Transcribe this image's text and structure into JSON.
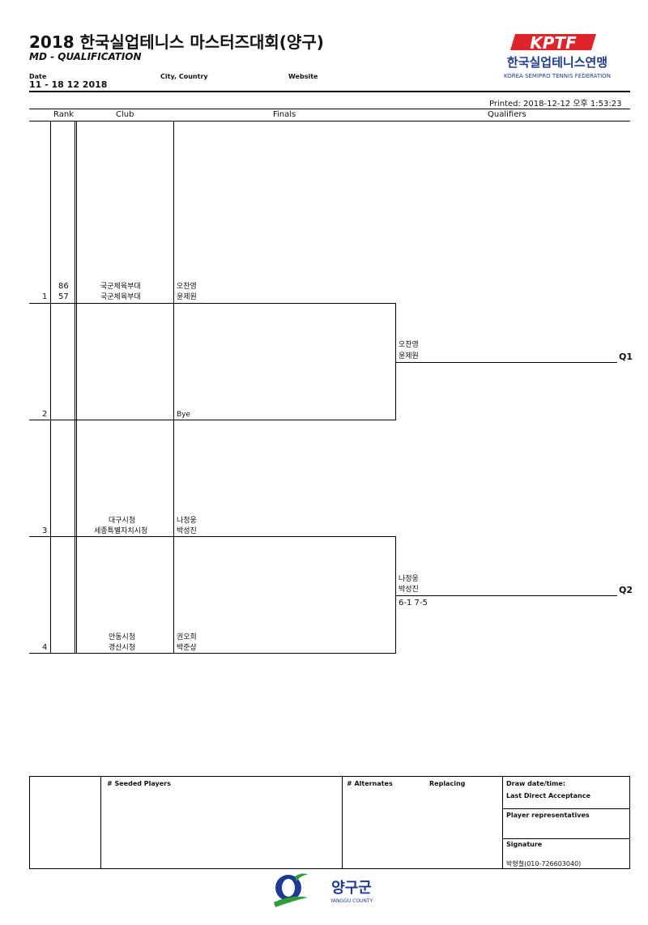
{
  "header": {
    "title": "2018 한국실업테니스 마스터즈대회(양구)",
    "subtitle": "MD - QUALIFICATION",
    "date_label": "Date",
    "date_value": "11 - 18 12 2018",
    "city_label": "City, Country",
    "website_label": "Website",
    "printed": "Printed: 2018-12-12 오후 1:53:23"
  },
  "logo": {
    "letters": "KPTF",
    "korean": "한국실업테니스연맹",
    "english": "KOREA SEMIPRO TENNIS FEDERATION",
    "color_red": "#e0242b",
    "color_blue": "#1f3a93"
  },
  "columns": {
    "rank": "Rank",
    "club": "Club",
    "finals": "Finals",
    "qualifiers": "Qualifiers"
  },
  "draw": [
    {
      "pos": "1",
      "ranks": [
        "86",
        "57"
      ],
      "clubs": [
        "국군체육부대",
        "국군체육부대"
      ],
      "players": [
        "오찬영",
        "윤제원"
      ]
    },
    {
      "pos": "2",
      "ranks": [
        "",
        ""
      ],
      "clubs": [
        "",
        ""
      ],
      "players": [
        "",
        "Bye"
      ]
    },
    {
      "pos": "3",
      "ranks": [
        "",
        ""
      ],
      "clubs": [
        "대구시청",
        "세종특별자치시청"
      ],
      "players": [
        "나정웅",
        "박성진"
      ]
    },
    {
      "pos": "4",
      "ranks": [
        "",
        ""
      ],
      "clubs": [
        "안동시청",
        "경산시청"
      ],
      "players": [
        "권오희",
        "박준상"
      ]
    }
  ],
  "finals": [
    {
      "players": [
        "오찬영",
        "윤제원"
      ],
      "score": "",
      "q": "Q1"
    },
    {
      "players": [
        "나정웅",
        "박성진"
      ],
      "score": "6-1 7-5",
      "q": "Q2"
    }
  ],
  "footer": {
    "seeded": "#   Seeded Players",
    "alternates": "# Alternates",
    "replacing": "Replacing",
    "draw_date": "Draw date/time:",
    "last_direct": "Last Direct Acceptance",
    "player_reps": "Player representatives",
    "signature": "Signature",
    "signature_name": "박형철(010-726603040)"
  },
  "county": {
    "korean": "양구군",
    "english": "YANGGU COUNTY"
  }
}
